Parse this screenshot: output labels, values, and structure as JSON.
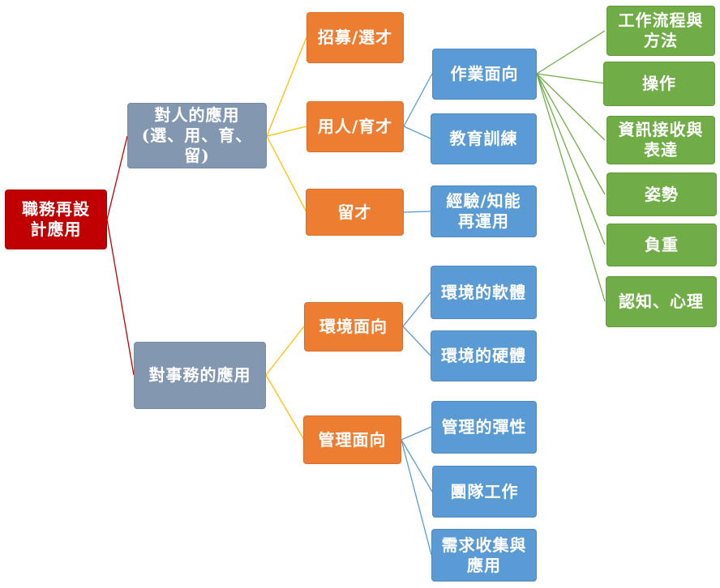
{
  "colors": {
    "root": "#c00000",
    "level1": "#8497b0",
    "level2": "#ed7d31",
    "level3": "#5b9bd5",
    "level4": "#70ad47",
    "link_root": "#c00000",
    "link_level1": "#ffc000",
    "link_level2": "#5b9bd5",
    "link_level3": "#70ad47"
  },
  "nodes": {
    "root": "職務再設\n計應用",
    "people": "對人的應用\n(選、用、育、留)",
    "affairs": "對事務的應用",
    "recruit": "招募/選才",
    "employ": "用人/育才",
    "retain": "留才",
    "env": "環境面向",
    "mgmt": "管理面向",
    "task": "作業面向",
    "training": "教育訓練",
    "experience": "經驗/知能\n再運用",
    "env_soft": "環境的軟體",
    "env_hard": "環境的硬體",
    "mgmt_flex": "管理的彈性",
    "teamwork": "團隊工作",
    "needs": "需求收集與\n應用",
    "workflow": "工作流程與\n方法",
    "operate": "操作",
    "info": "資訊接收與\n表達",
    "posture": "姿勢",
    "load": "負重",
    "cognition": "認知、心理"
  }
}
